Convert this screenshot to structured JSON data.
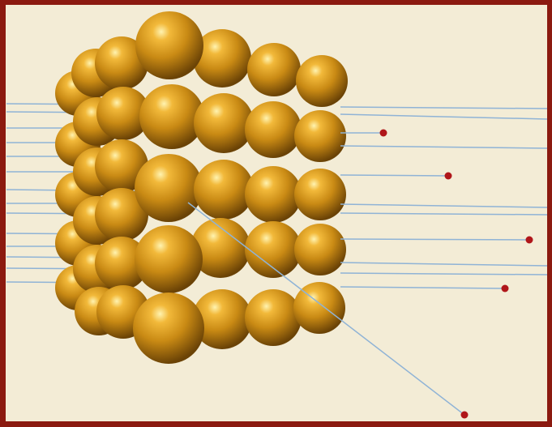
{
  "colors": {
    "frame": "#8b1a10",
    "paper": "#f3ecd6",
    "sphere_highlight": "#fff3b0",
    "sphere_light": "#f2b93a",
    "sphere_mid": "#c98a14",
    "sphere_dark": "#6b4306",
    "beam": "#8fb3d6",
    "dot": "#b0161a"
  },
  "icons": {
    "sphere": "gold-atom-sphere",
    "beam": "x-ray-beam-line",
    "dot": "detector-spot"
  }
}
